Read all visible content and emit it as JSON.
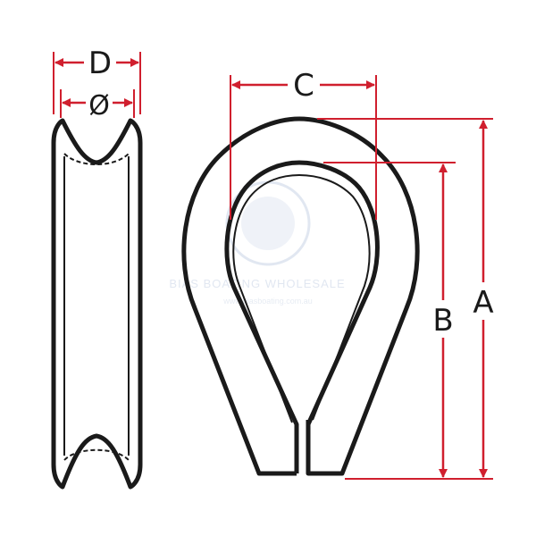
{
  "colors": {
    "outline": "#1a1a1a",
    "dimension": "#d01f2e",
    "watermark": "#c9d4e6",
    "background": "#ffffff"
  },
  "labels": {
    "D": "D",
    "diameter": "Ø",
    "C": "C",
    "B": "B",
    "A": "A"
  },
  "watermark": {
    "line1": "BIAS BOATING WHOLESALE",
    "line2": "www.biasboating.com.au"
  }
}
